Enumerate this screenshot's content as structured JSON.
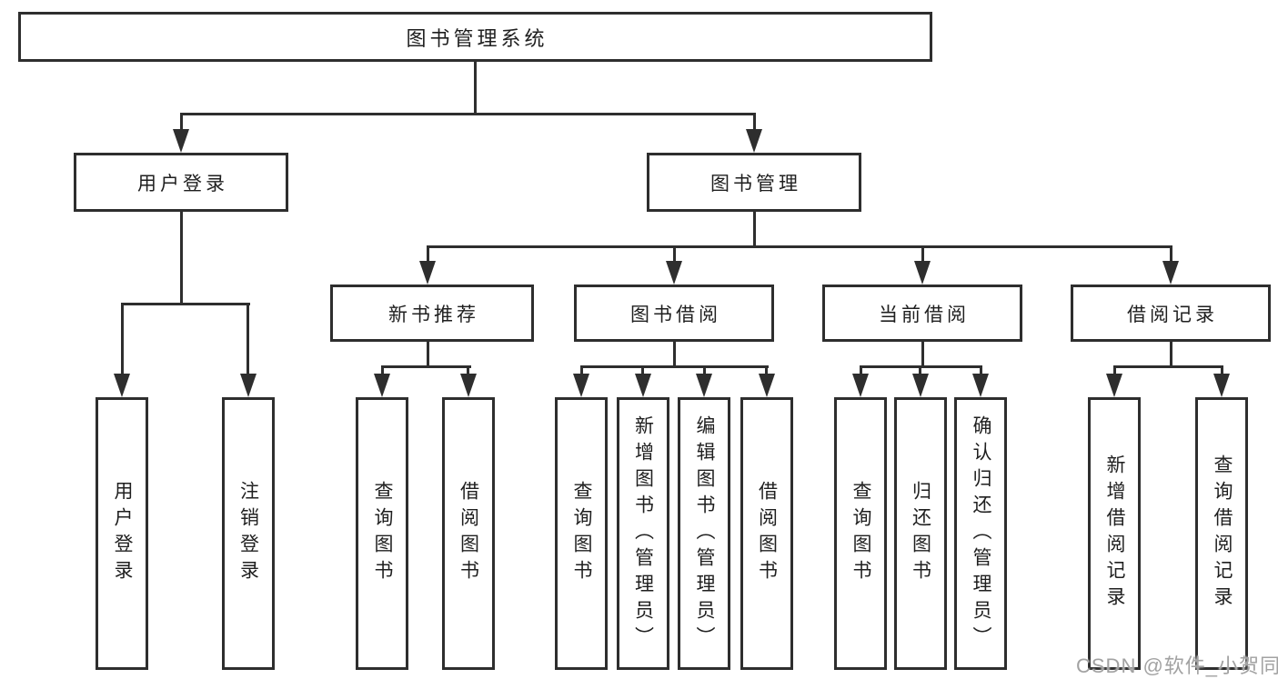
{
  "nodes": {
    "root": {
      "label": "图书管理系统"
    },
    "user_login": {
      "label": "用户登录"
    },
    "book_mgmt": {
      "label": "图书管理"
    },
    "new_book_rec": {
      "label": "新书推荐"
    },
    "book_borrow": {
      "label": "图书借阅"
    },
    "current_borrow": {
      "label": "当前借阅"
    },
    "borrow_records": {
      "label": "借阅记录"
    },
    "leaf_user_login": {
      "label": "用户登录"
    },
    "leaf_logout": {
      "label": "注销登录"
    },
    "leaf_nb_query": {
      "label": "查询图书"
    },
    "leaf_nb_borrow": {
      "label": "借阅图书"
    },
    "leaf_bb_query": {
      "label": "查询图书"
    },
    "leaf_bb_add": {
      "label": "新增图书（管理员）"
    },
    "leaf_bb_edit": {
      "label": "编辑图书（管理员）"
    },
    "leaf_bb_borrow": {
      "label": "借阅图书"
    },
    "leaf_cb_query": {
      "label": "查询图书"
    },
    "leaf_cb_return": {
      "label": "归还图书"
    },
    "leaf_cb_confirm": {
      "label": "确认归还（管理员）"
    },
    "leaf_br_add": {
      "label": "新增借阅记录"
    },
    "leaf_br_query": {
      "label": "查询借阅记录"
    }
  },
  "watermark": "CSDN @软件_小贺同学",
  "colors": {
    "line": "#2e2e2e",
    "text": "#1f1f1f",
    "watermark": "#a2a2a2",
    "background": "#ffffff"
  }
}
